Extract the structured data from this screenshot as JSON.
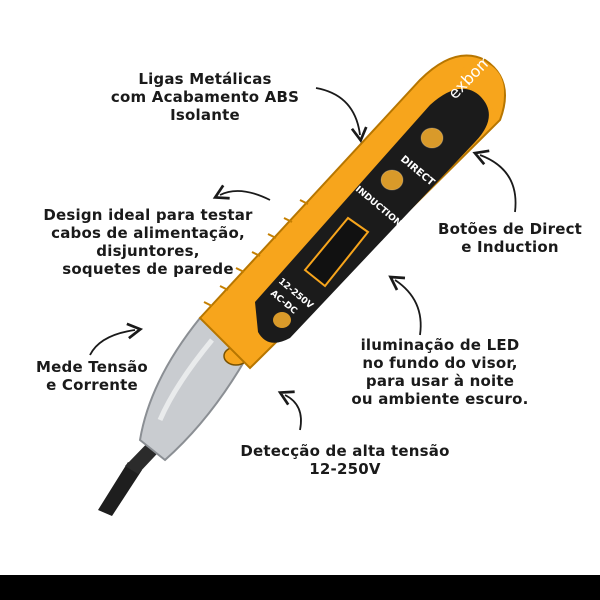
{
  "colors": {
    "body_orange": "#f7a51c",
    "body_black": "#1b1b1b",
    "tip_steel": "#c9ccd0",
    "bar": "#000000"
  },
  "product": {
    "brand": "exbom",
    "button_top": "DIRECT",
    "button_bottom": "INDUCTION",
    "voltage_label": "12-250V",
    "current_label": "AC-DC"
  },
  "callouts": {
    "ligas": [
      "Ligas Metálicas",
      "com Acabamento ABS",
      "Isolante"
    ],
    "design": [
      "Design ideal para testar",
      "cabos de alimentação,",
      "disjuntores,",
      "soquetes de parede"
    ],
    "botoes": [
      "Botões de Direct",
      "e Induction"
    ],
    "iluminacao": [
      "iluminação de LED",
      "no fundo do visor,",
      "para usar à noite",
      "ou ambiente escuro."
    ],
    "mede": [
      "Mede Tensão",
      "e Corrente"
    ],
    "deteccao": [
      "Detecção de alta tensão",
      "12-250V"
    ]
  },
  "icons": [
    "curved-arrow-icon"
  ]
}
